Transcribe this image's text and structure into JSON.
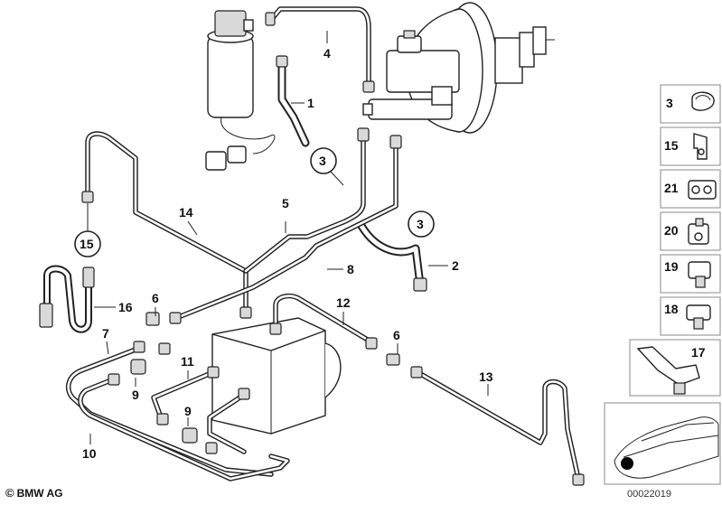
{
  "diagram": {
    "callouts": [
      {
        "id": "4",
        "label": "4"
      },
      {
        "id": "1",
        "label": "1"
      },
      {
        "id": "3a",
        "label": "3"
      },
      {
        "id": "14",
        "label": "14"
      },
      {
        "id": "5",
        "label": "5"
      },
      {
        "id": "3b",
        "label": "3"
      },
      {
        "id": "2",
        "label": "2"
      },
      {
        "id": "15",
        "label": "15"
      },
      {
        "id": "8",
        "label": "8"
      },
      {
        "id": "16",
        "label": "16"
      },
      {
        "id": "6a",
        "label": "6"
      },
      {
        "id": "12",
        "label": "12"
      },
      {
        "id": "7",
        "label": "7"
      },
      {
        "id": "6b",
        "label": "6"
      },
      {
        "id": "11",
        "label": "11"
      },
      {
        "id": "9a",
        "label": "9"
      },
      {
        "id": "13",
        "label": "13"
      },
      {
        "id": "9b",
        "label": "9"
      },
      {
        "id": "10",
        "label": "10"
      }
    ],
    "parts_panel": [
      "3",
      "15",
      "21",
      "20",
      "19",
      "18",
      "17"
    ]
  },
  "footer": {
    "copyright_symbol": "©",
    "brand": "BMW AG",
    "doc_number": "00022019"
  }
}
